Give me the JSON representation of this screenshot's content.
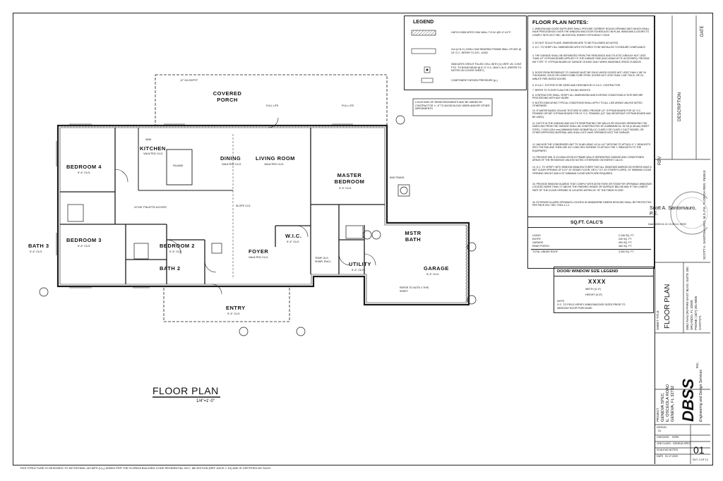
{
  "title": "FLOOR PLAN",
  "scale": "1/4\"=1'-0\"",
  "footer": "THIS STRUCTURE IS DESIGNED TO WITHSTAND 140 MPH (V₀ₗₜ) WINDS PER THE FLORIDA BUILDING CODE RESIDENTIAL 2017, 6th EDITION (REF. ASCE-7-10) AND IS CERTIFIED AS SUCH.",
  "rooms": {
    "covered_porch": "COVERED PORCH",
    "kitchen": "KITCHEN",
    "kitchen_sub": "VAULTED CLG.",
    "island": "ISLAND",
    "dining": "DINING",
    "dining_sub": "VAULTED CLG.",
    "living": "LIVING ROOM",
    "living_sub": "VAULTED CLG.",
    "master": "MASTER BEDROOM",
    "master_sub": "9'-4\" CLG.",
    "bed4": "BEDROOM 4",
    "bed4_sub": "9'-4\" CLG.",
    "bath3": "BATH 3",
    "bath3_sub": "9'-4\" CLG.",
    "bed3": "BEDROOM 3",
    "bed3_sub": "9'-4\" CLG.",
    "bed2": "BEDROOM 2",
    "bed2_sub": "9'-4\" CLG.",
    "bath2": "BATH 2",
    "foyer": "FOYER",
    "foyer_sub": "VAULTED CLG.",
    "wic": "W.I.C.",
    "wic_sub": "9'-4\" CLG.",
    "mstr_bath": "MSTR BATH",
    "utility": "UTILITY",
    "utility_sub": "9'-4\" CLG.",
    "garage": "GARAGE",
    "garage_sub": "9'-4\" CLG.",
    "entry": "ENTRY",
    "entry_sub": "9'-4\" CLG."
  },
  "labels": {
    "soffit": "12\" OA SOFFIT",
    "full_lite": "FULL LITE",
    "attic": "22\"x30\" PIN ATTIC ACCESS",
    "refer_note": "REFER TO NOTE 4 THIS SHEET",
    "reinforcement": "LOCATIONS OF REINFORCEMENTS MAY BE VARIED BY CONTRACTOR +/- 8\" TO AVOID BLOCK WEBS AND/OR OTHER IMPEDIMENTS",
    "slope_clg": "SLOPE CLG.",
    "sink": "SINK",
    "temp_glass": "TEMP. GLS. SHWR. ENCL.",
    "dbl_trans": "50/8 TRANS."
  },
  "legend": {
    "title": "LEGEND",
    "items": [
      "HATCH INDICATES CMU WALL T.O.W. @9'-4\" A.F.F.",
      "2x4 (U.N.O.) NON-LOAD BEARING FRAME WALL STUDS @ 24\" O.C. REFER TO DTL. 4/S02",
      "INDICATES GROUT FILLED CELL WITH (1) VERT. #5. CONT. FTG. TO BOND BEAM @ 8\"-0\" O.C. MAX U.N.O. (REFER TO NOTES ON COVER SHEET)",
      "COMPONENT DESIGN PRESSURE (p₀)"
    ]
  },
  "notes": {
    "title": "FLOOR PLAN NOTES:",
    "items": [
      "1. WINDOW AND DOOR SUPPLIERS SHALL PROVIDE CURRENT ROUGH OPENING INFO WHICH SHALL HAVE PRECEDENCE OVER THE WINDOW AND DOOR SCHEDULES ON PLAN. WINDOWS & DOORS TO COMPLY WITH 2017 FBC, 6th EDITION, ENERGY EFFICIENCY CODE.",
      "2. DO NOT SCALE PLANS. DIMENSIONS ARE TO BE FOLLOWED AS NOTED.",
      "3. G.C. TO VERIFY ALL DIMENSIONS WITH FIXTURES TO BE INSTALLED TO ENSURE COMPLIANCE.",
      "4. THE GARAGE SHALL BE SEPARATED FROM THE RESIDENCE AND ITS ATTIC AREA BY NOT LESS THAN 1/2\" GYPSUM BOARD APPLIED TO THE GARAGE SIDE (INCLUDING ATTIC ACCESSES). PROVIDE 5/8\" TYPE \"X\" GYPSUM BOARD AT GARAGE CEILING ONLY WHEN HABITABLE SPACE IS ABOVE.",
      "5. DOOR FROM RESIDENCE TO GARAGE MUST BE SOLID WOOD DOORS NOT LESS THAN 1-3/8\" IN THICKNESS, SOLID OR HONEYCOMB CORE STEEL DOORS NOT LESS THAN 1-3/8\" THICK, OR 20-MINUTE FIRE-RATED DOORS.",
      "6. H.V.A.C. SYSTEM TO BE SIZED AND DESIGNED BY H.V.A.C. CONTRACTOR.",
      "7. REFER TO FLOOR PLAN FOR CEILING HEIGHTS.",
      "8. CONTRACTOR SHALL VERIFY ALL DIMENSIONS AND EXISTING CONDITIONS AT SITE BEFORE PROCEEDING WITH ANY WORK.",
      "9. NOTES INDICATING TYPICAL CONDITIONS SHALL APPLY TO ALL LIKE AREAS UNLESS NOTED OTHERWISE.",
      "10. IF WATER BASED CEILING TEXTURE IS USED, PROVIDE 1/2\" GYPSUM BOARD FOR 16\" O.C. FRAMING OR 5/8\" GYPSUM BOARD FOR 24\" O.C. FRAMING (1/2\" SAG-RESISTANT GYPSUM BOARD MAY BE USED).",
      "11. DUCTS IN THE GARAGE AND DUCTS PENETRATING THE WALLS OR CEILINGS SEPARATING THE DWELLING FROM THE GARAGE SHALL BE CONSTRUCTED OF A MINIMUM No. 26 GA (0.48 mm) SHEET STEEL, 1 INCH (25.4 mm) MINIMUM RIGID NONMETALLIC CLASS 0 OR CLASS 1 DUCT BOARD, OR OTHER APPROVED MATERIAL AND SHALL NOT HAVE OPENINGS INTO THE GARAGE.",
      "12. ANCHOR THE CONDENSER UNIT TO SLAB USING 1/4\"x1-1/4\" TAPCONS TO ATTACH 4\" 'L' BRACKETS INTO THE PAD AND THEN USE 3/4\" LONG HEX SCREWS TO ATTACH THE 'L' BRACKETS TO THE EQUIPMENT.",
      "13. PROVIDE MIN. R-13 INSULATION IN FRAME WALLS SEPARATING GARAGE AND CONDITIONED AREAS OF THE RESIDENCE UNLESS NOTED OTHERWISE ON ENERGY CALCS.",
      "14. G.C. TO VERIFY WITH WINDOW MANUFACTURER THAT ALL WINDOWS MARKED AS EGRESS HAVE A NET CLEAR OPENING OF 5 S.F. AT GRADE FLOOR, OR 5.7 S.F. AT OTHER FLOORS. 24\" MINIMUM CLEAR OPENING HEIGHT AND A 20\" MINIMUM CLEAR WIDTH ARE REQUIRED.",
      "15. PROVIDE WINDOW GUARDS THAT COMPLY WITH ASTM F2090 OR F2006 FOR OPERABLE WINDOWS LOCATED MORE THAN 72\" ABOVE THE FINISHED GRADE OR SURFACE BELOW AND IF THE LOWEST PART OF THE CLEAR OPENING IS LOCATED WITHIN 24\" OF THE FINISH FLOOR.",
      "16. EXTERIOR GLAZED OPENINGS LOCATED IN WINDBORNE DEBRIS REGIONS SHALL BE PROTECTED PER FBCR 2017 SEC. R301.2.1.2."
    ]
  },
  "sqft": {
    "title": "SQ.FT. CALC'S",
    "rows": [
      {
        "label": "LIVING",
        "value": "2,106 SQ. FT."
      },
      {
        "label": "ENTRY",
        "value": "240 SQ. FT."
      },
      {
        "label": "GARAGE",
        "value": "494 SQ. FT."
      },
      {
        "label": "REAR PORCH",
        "value": "460 SQ. FT."
      }
    ],
    "total_label": "TOTAL UNDER ROOF",
    "total_value": "3,300 SQ. FT."
  },
  "door_legend": {
    "title": "DOOR/ WINDOW SIZE LEGEND",
    "code": "XXXX",
    "width": "WIDTH (4'-0\")",
    "height": "HEIGHT (6'-8\")",
    "note_label": "NOTE:",
    "note": "G.C. TO FIELD VERIFY WINDOW/DOOR SIZES PRIOR TO WINDOW/ DOOR PURCHASE."
  },
  "titleblock": {
    "rev": "REV",
    "description": "DESCRIPTION",
    "date": "DATE",
    "engineer": "SCOTT A. SANTOMAURO, M.S.,P.E. FLORIDA REG. #63513",
    "seal_name": "Scott A. Santomauro, P.E.",
    "seal_date": "Date: 2020.01.21 13:32:14 -05'00'",
    "firm_address": "3662 AVALON PARK EAST BLVD. SUITE 200",
    "firm_city": "ORLANDO, FL 32828",
    "firm_phone": "PHONE: (407) 251-8006",
    "firm_license": "CA#27371",
    "sheet_title_label": "SHEET TITLE",
    "sheet_title": "FLOOR PLAN",
    "logo": "DBSS",
    "logo_inc": "INC.",
    "logo_tag": "Engineering and Design Services",
    "project_label": "PROJECT",
    "project_name": "GENEVA SPEC",
    "project_addr": "E. OSCEOLA ROAD",
    "project_city": "GENEVA, FL 32732",
    "design_label": "DESIGN",
    "design_value": "DL",
    "checked_label": "CHECKED",
    "checked_value": "SSPE",
    "job_label": "JOB",
    "job_value": "CLASS - GENEVA SPEC",
    "scale_label": "SCALE",
    "scale_value": "AS NOTED",
    "date_label": "DATE",
    "date_value": "01.17.2020",
    "sheet_no": "01",
    "sheet_count": "SHT. 3 OF 12"
  },
  "colors": {
    "line": "#1a1a1a",
    "hatch": "#555555",
    "paper": "#ffffff"
  }
}
